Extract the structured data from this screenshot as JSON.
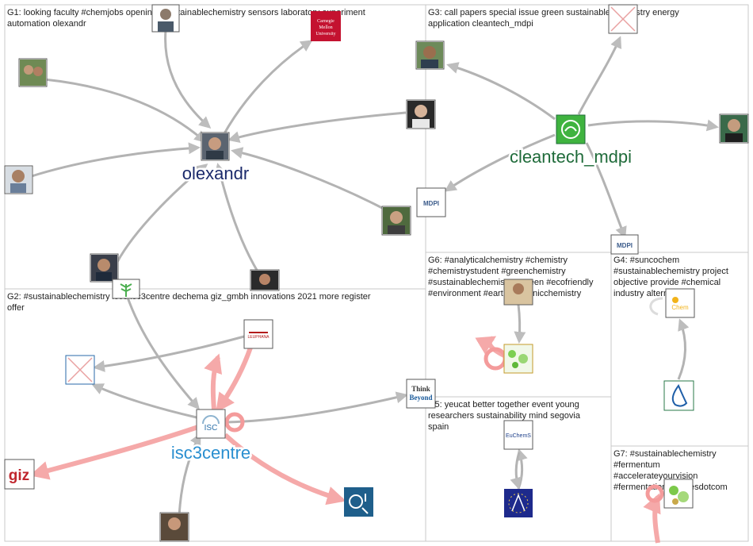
{
  "groups": [
    {
      "id": "G1",
      "text": [
        "G1: looking faculty #chemjobs opening #sustainablechemistry sensors laboratory experiment",
        "automation olexandr"
      ]
    },
    {
      "id": "G2",
      "text": [
        "G2: #sustainablechemistry isc3 isc3centre dechema giz_gmbh innovations 2021 more register",
        "offer"
      ]
    },
    {
      "id": "G3",
      "text": [
        "G3: call papers special issue green sustainable chemistry energy",
        "application cleantech_mdpi"
      ]
    },
    {
      "id": "G4",
      "text": [
        "G4: #suncochem",
        "#sustainablechemistry project",
        "objective provide #chemical",
        "industry alternative"
      ]
    },
    {
      "id": "G5",
      "text": [
        "G5: yeucat better together event young",
        "researchers sustainability mind segovia",
        "spain"
      ]
    },
    {
      "id": "G6",
      "text": [
        "G6: #analyticalchemistry #chemistry",
        "#chemistrystudent #greenchemistry",
        "#sustainablechemistry #green #ecofriendly",
        "#environment #earth #organicchemistry"
      ]
    },
    {
      "id": "G7",
      "text": [
        "G7: #sustainablechemistry",
        "#fermentum",
        "#accelerateyourvision",
        "#fermentationservicesdotcom"
      ]
    }
  ],
  "labels": {
    "olexandr": "olexandr",
    "cleantech": "cleantech_mdpi",
    "isc3": "isc3centre"
  },
  "logos": {
    "cmu": [
      "Carnegie",
      "Mellon",
      "University"
    ],
    "mdpi": "MDPI",
    "leuphana": "LEUPHANA",
    "thinkbeyond": [
      "Think",
      "Beyond"
    ],
    "giz": "giz",
    "isc": "ISC",
    "cochem": "Chem",
    "euchems": "EuChemS"
  },
  "colors": {
    "olexandr": "#1b2a6b",
    "cleantech": "#1f6b3a",
    "isc3": "#2a8fd0",
    "edge_gray": "#b3b3b3",
    "edge_red": "#f49b9b",
    "panel_border": "#c9c9c9"
  }
}
